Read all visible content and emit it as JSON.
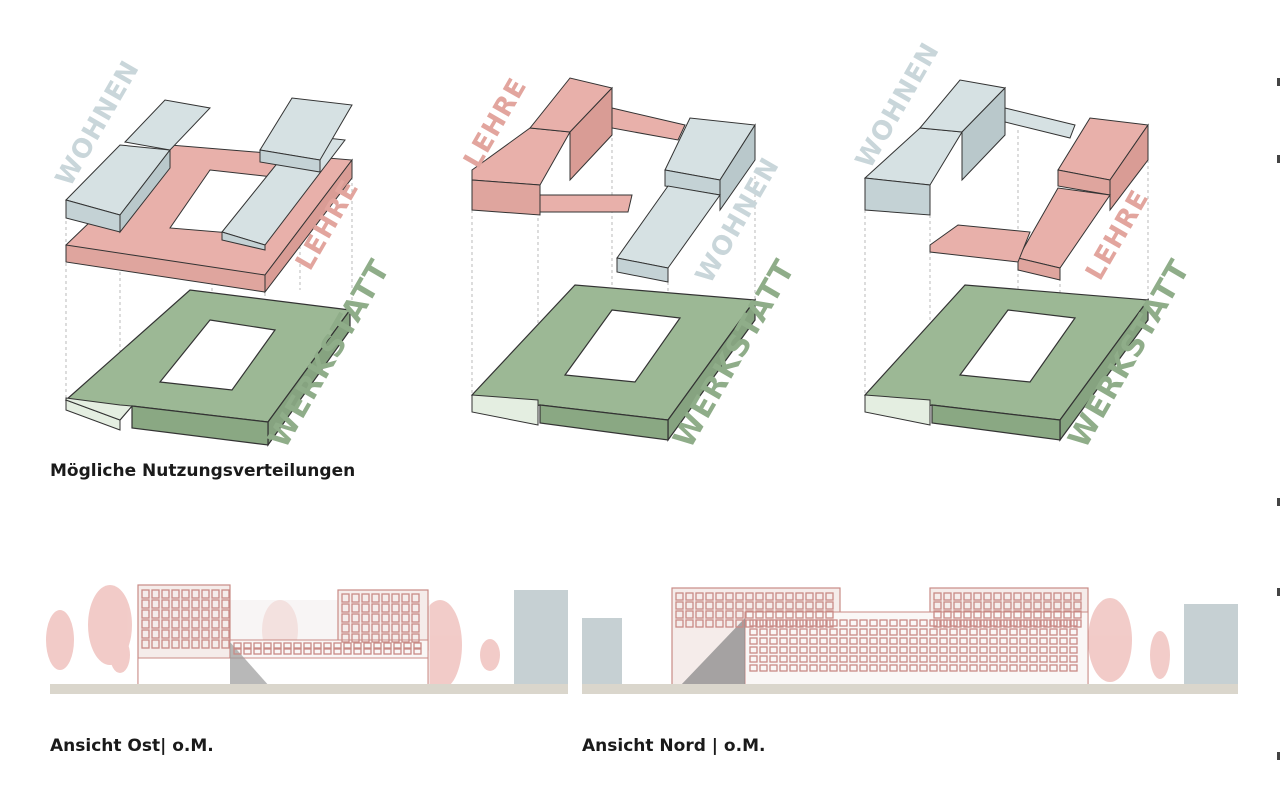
{
  "diagrams": [
    {
      "labels": {
        "wohnen": "WOHNEN",
        "lehre": "LEHRE",
        "werkstatt": "WERKSTATT"
      }
    },
    {
      "labels": {
        "wohnen": "WOHNEN",
        "lehre": "LEHRE",
        "werkstatt": "WERKSTATT"
      }
    },
    {
      "labels": {
        "wohnen": "WOHNEN",
        "lehre": "LEHRE",
        "werkstatt": "WERKSTATT"
      }
    }
  ],
  "captions": {
    "usage": "Mögliche Nutzungsverteilungen",
    "east": "Ansicht Ost| o.M.",
    "north": "Ansicht Nord | o.M."
  },
  "colors": {
    "wohnen": "#d6e1e3",
    "wohnen_text": "#c9d6da",
    "lehre": "#e8b0aa",
    "lehre_text": "#e2a59e",
    "werkstatt": "#9cb895",
    "werkstatt_text": "#8fad89",
    "werkstatt_light": "#e4eee1",
    "tree": "#f0c3bf",
    "ground": "#dad6cc",
    "neighbour": "#c6d0d3",
    "facade_line": "#c98b86"
  }
}
